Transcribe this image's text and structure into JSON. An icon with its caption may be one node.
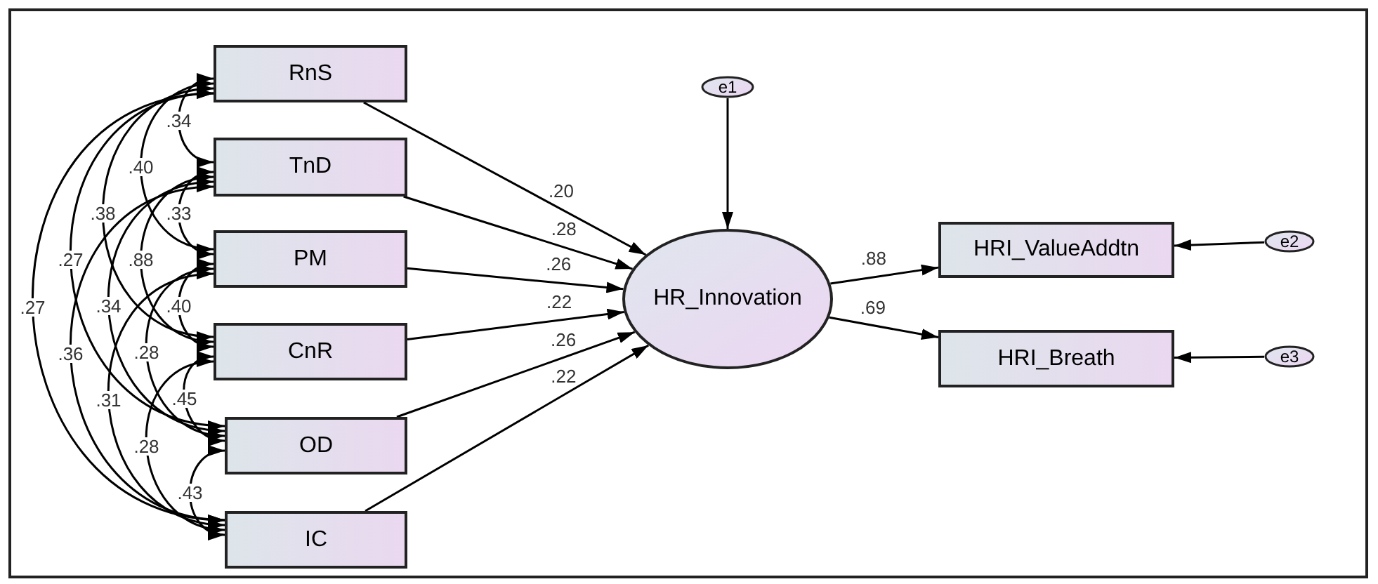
{
  "diagram": {
    "nodes": [
      {
        "text": [
          "RnS"
        ]
      },
      {
        "text": [
          "TnD"
        ]
      },
      {
        "text": [
          "PM"
        ]
      },
      {
        "text": [
          "CnR"
        ]
      },
      {
        "text": [
          "OD"
        ]
      },
      {
        "text": [
          "IC"
        ]
      },
      {
        "text": [
          "e1"
        ]
      },
      {
        "text": [
          "HR_Innovation"
        ]
      },
      {
        "text": [
          "HRI_ValueAddtn"
        ]
      },
      {
        "text": [
          "e2"
        ]
      },
      {
        "text": [
          "HRI_Breath"
        ]
      },
      {
        "text": [
          "e3"
        ]
      }
    ],
    "edges": [
      {
        "from": 0,
        "to": 7,
        "arrow": "to",
        "label": ".20"
      },
      {
        "from": 1,
        "to": 7,
        "arrow": "to",
        "label": ".28"
      },
      {
        "from": 2,
        "to": 7,
        "arrow": "to",
        "label": ".26"
      },
      {
        "from": 3,
        "to": 7,
        "arrow": "to",
        "label": ".22"
      },
      {
        "from": 4,
        "to": 7,
        "arrow": "to",
        "label": ".26"
      },
      {
        "from": 5,
        "to": 7,
        "arrow": "to",
        "label": ".22"
      },
      {
        "from": 6,
        "to": 7,
        "arrow": "to"
      },
      {
        "from": 7,
        "to": 8,
        "arrow": "to",
        "label": ".88"
      },
      {
        "from": 7,
        "to": 10,
        "arrow": "to",
        "label": ".69"
      },
      {
        "from": 9,
        "to": 8,
        "arrow": "to"
      },
      {
        "from": 11,
        "to": 10,
        "arrow": "to"
      },
      {
        "from": 0,
        "to": 1,
        "arrow": "both",
        "label": ".34"
      },
      {
        "from": 0,
        "to": 2,
        "arrow": "both",
        "label": ".40"
      },
      {
        "from": 0,
        "to": 3,
        "arrow": "both",
        "label": ".38"
      },
      {
        "from": 0,
        "to": 4,
        "arrow": "both",
        "label": ".27"
      },
      {
        "from": 0,
        "to": 5,
        "arrow": "both",
        "label": ".27"
      },
      {
        "from": 1,
        "to": 2,
        "arrow": "both",
        "label": ".33"
      },
      {
        "from": 1,
        "to": 3,
        "arrow": "both",
        "label": ".88"
      },
      {
        "from": 1,
        "to": 4,
        "arrow": "both",
        "label": ".34"
      },
      {
        "from": 1,
        "to": 5,
        "arrow": "both",
        "label": ".36"
      },
      {
        "from": 2,
        "to": 3,
        "arrow": "both",
        "label": ".40"
      },
      {
        "from": 2,
        "to": 4,
        "arrow": "both",
        "label": ".28"
      },
      {
        "from": 2,
        "to": 5,
        "arrow": "both",
        "label": ".31"
      },
      {
        "from": 3,
        "to": 4,
        "arrow": "both",
        "label": ".45"
      },
      {
        "from": 3,
        "to": 5,
        "arrow": "both",
        "label": ".28"
      },
      {
        "from": 4,
        "to": 5,
        "arrow": "both",
        "label": ".43"
      }
    ]
  }
}
